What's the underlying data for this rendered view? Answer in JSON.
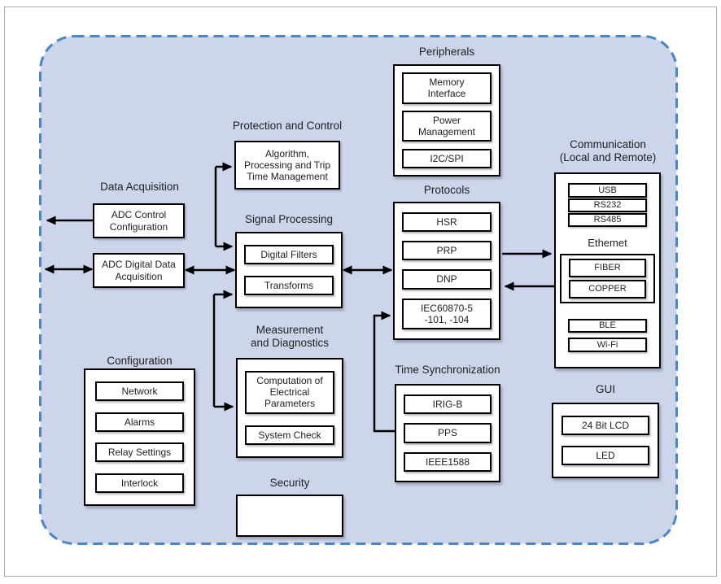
{
  "colors": {
    "canvas_fill": "#cdd5ea",
    "canvas_border": "#4a86c5",
    "box_border": "#000000",
    "text": "#1f1f1f"
  },
  "groups": {
    "data_acquisition": {
      "title": "Data Acquisition",
      "items": [
        "ADC Control\nConfiguration",
        "ADC Digital Data\nAcquisition"
      ]
    },
    "protection_and_control": {
      "title": "Protection and Control",
      "items": [
        "Algorithm,\nProcessing and Trip\nTime Management"
      ]
    },
    "signal_processing": {
      "title": "Signal Processing",
      "items": [
        "Digital Filters",
        "Transforms"
      ]
    },
    "measurement_and_diagnostics": {
      "title": "Measurement\nand Diagnostics",
      "items": [
        "Computation of\nElectrical\nParameters",
        "System Check"
      ]
    },
    "security": {
      "title": "Security"
    },
    "configuration": {
      "title": "Configuration",
      "items": [
        "Network",
        "Alarms",
        "Relay Settings",
        "Interlock"
      ]
    },
    "peripherals": {
      "title": "Peripherals",
      "items": [
        "Memory\nInterface",
        "Power\nManagement",
        "I2C/SPI"
      ]
    },
    "protocols": {
      "title": "Protocols",
      "items": [
        "HSR",
        "PRP",
        "DNP",
        "IEC60870-5\n-101, -104"
      ]
    },
    "time_synchronization": {
      "title": "Time Synchronization",
      "items": [
        "IRIG-B",
        "PPS",
        "IEEE1588"
      ]
    },
    "communication": {
      "title": "Communication\n(Local and Remote)",
      "serial_items": [
        "USB",
        "RS232",
        "RS485"
      ],
      "ethernet": {
        "title": "Ethemet",
        "items": [
          "FIBER",
          "COPPER"
        ]
      },
      "wireless_items": [
        "BLE",
        "Wi-Fi"
      ]
    },
    "gui": {
      "title": "GUI",
      "items": [
        "24 Bit LCD",
        "LED"
      ]
    }
  }
}
